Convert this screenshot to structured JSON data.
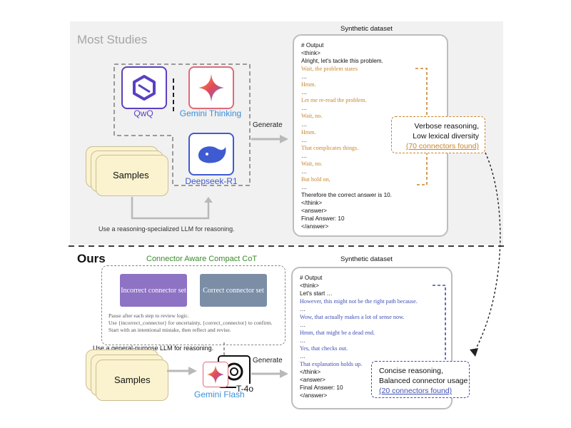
{
  "top": {
    "title": "Most Studies",
    "models": {
      "qwq": "QwQ",
      "gemini_thinking": "Gemini Thinking",
      "deepseek": "Deepseek-R1"
    },
    "samples_label": "Samples",
    "caption": "Use a reasoning-specialized LLM for reasoning.",
    "generate_label": "Generate",
    "dataset_title": "Synthetic dataset",
    "output_lines": [
      {
        "text": "# Output",
        "style": "plain"
      },
      {
        "text": "<think>",
        "style": "plain"
      },
      {
        "text": "Alright, let's tackle this problem.",
        "style": "plain"
      },
      {
        "text": "Wait, the problem states",
        "style": "orange"
      },
      {
        "text": "…",
        "style": "plain"
      },
      {
        "text": "Hmm.",
        "style": "orange"
      },
      {
        "text": "…",
        "style": "plain"
      },
      {
        "text": "Let me re-read the problem.",
        "style": "orange"
      },
      {
        "text": "…",
        "style": "plain"
      },
      {
        "text": "Wait, no.",
        "style": "orange"
      },
      {
        "text": "…",
        "style": "plain"
      },
      {
        "text": "Hmm.",
        "style": "orange"
      },
      {
        "text": "…",
        "style": "plain"
      },
      {
        "text": "That complicates things.",
        "style": "orange"
      },
      {
        "text": "…",
        "style": "plain"
      },
      {
        "text": "Wait, no.",
        "style": "orange"
      },
      {
        "text": "…",
        "style": "plain"
      },
      {
        "text": "But hold on,",
        "style": "orange"
      },
      {
        "text": "…",
        "style": "plain"
      },
      {
        "text": "Therefore the correct answer is 10.",
        "style": "plain"
      },
      {
        "text": "</think>",
        "style": "plain"
      },
      {
        "text": "<answer>",
        "style": "plain"
      },
      {
        "text": "Final Answer: 10",
        "style": "plain"
      },
      {
        "text": "</answer>",
        "style": "plain"
      }
    ],
    "callout": {
      "line1": "Verbose reasoning,",
      "line2": "Low lexical diversity",
      "line3": "(70 connectors found)"
    }
  },
  "bottom": {
    "title": "Ours",
    "method_title": "Connector Aware Compact CoT",
    "incorrect_set": "Incorrect connector set",
    "correct_set": "Correct connector set",
    "instructions": [
      "Pause after each step to review logic.",
      "Use {incorrect_connector} for uncertainty, {correct_connector} to confirm.",
      "Start with an intentional mistake, then reflect and revise."
    ],
    "llm_caption": "Use a general-purpose LLM for reasoning.",
    "samples_label": "Samples",
    "gemini_flash": "Gemini Flash",
    "gpt_label": "T-4o",
    "generate_label": "Generate",
    "dataset_title": "Synthetic dataset",
    "output_lines": [
      {
        "text": "# Output",
        "style": "plain"
      },
      {
        "text": "<think>",
        "style": "plain"
      },
      {
        "text": "Let's start …",
        "style": "plain"
      },
      {
        "text": "However, this might not be the right path because.",
        "style": "blue"
      },
      {
        "text": "…",
        "style": "plain"
      },
      {
        "text": "Wow, that actually makes a lot of sense now.",
        "style": "blue"
      },
      {
        "text": "…",
        "style": "plain"
      },
      {
        "text": "Hmm, that might be a dead end.",
        "style": "blue"
      },
      {
        "text": "…",
        "style": "plain"
      },
      {
        "text": "Yes, that checks out.",
        "style": "blue"
      },
      {
        "text": "…",
        "style": "plain"
      },
      {
        "text": "That explanation holds up.",
        "style": "blue"
      },
      {
        "text": "</think>",
        "style": "plain"
      },
      {
        "text": "<answer>",
        "style": "plain"
      },
      {
        "text": "Final Answer: 10",
        "style": "plain"
      },
      {
        "text": "</answer>",
        "style": "plain"
      }
    ],
    "callout": {
      "line1": "Concise reasoning,",
      "line2": "Balanced connector usage",
      "line3": "(20 connectors found)"
    }
  },
  "colors": {
    "orange": "#c9862c",
    "blue": "#3f4fb5",
    "green_title": "#3b8a2e",
    "incorrect_set": "#8e72c4",
    "correct_set": "#7b8ea6"
  }
}
